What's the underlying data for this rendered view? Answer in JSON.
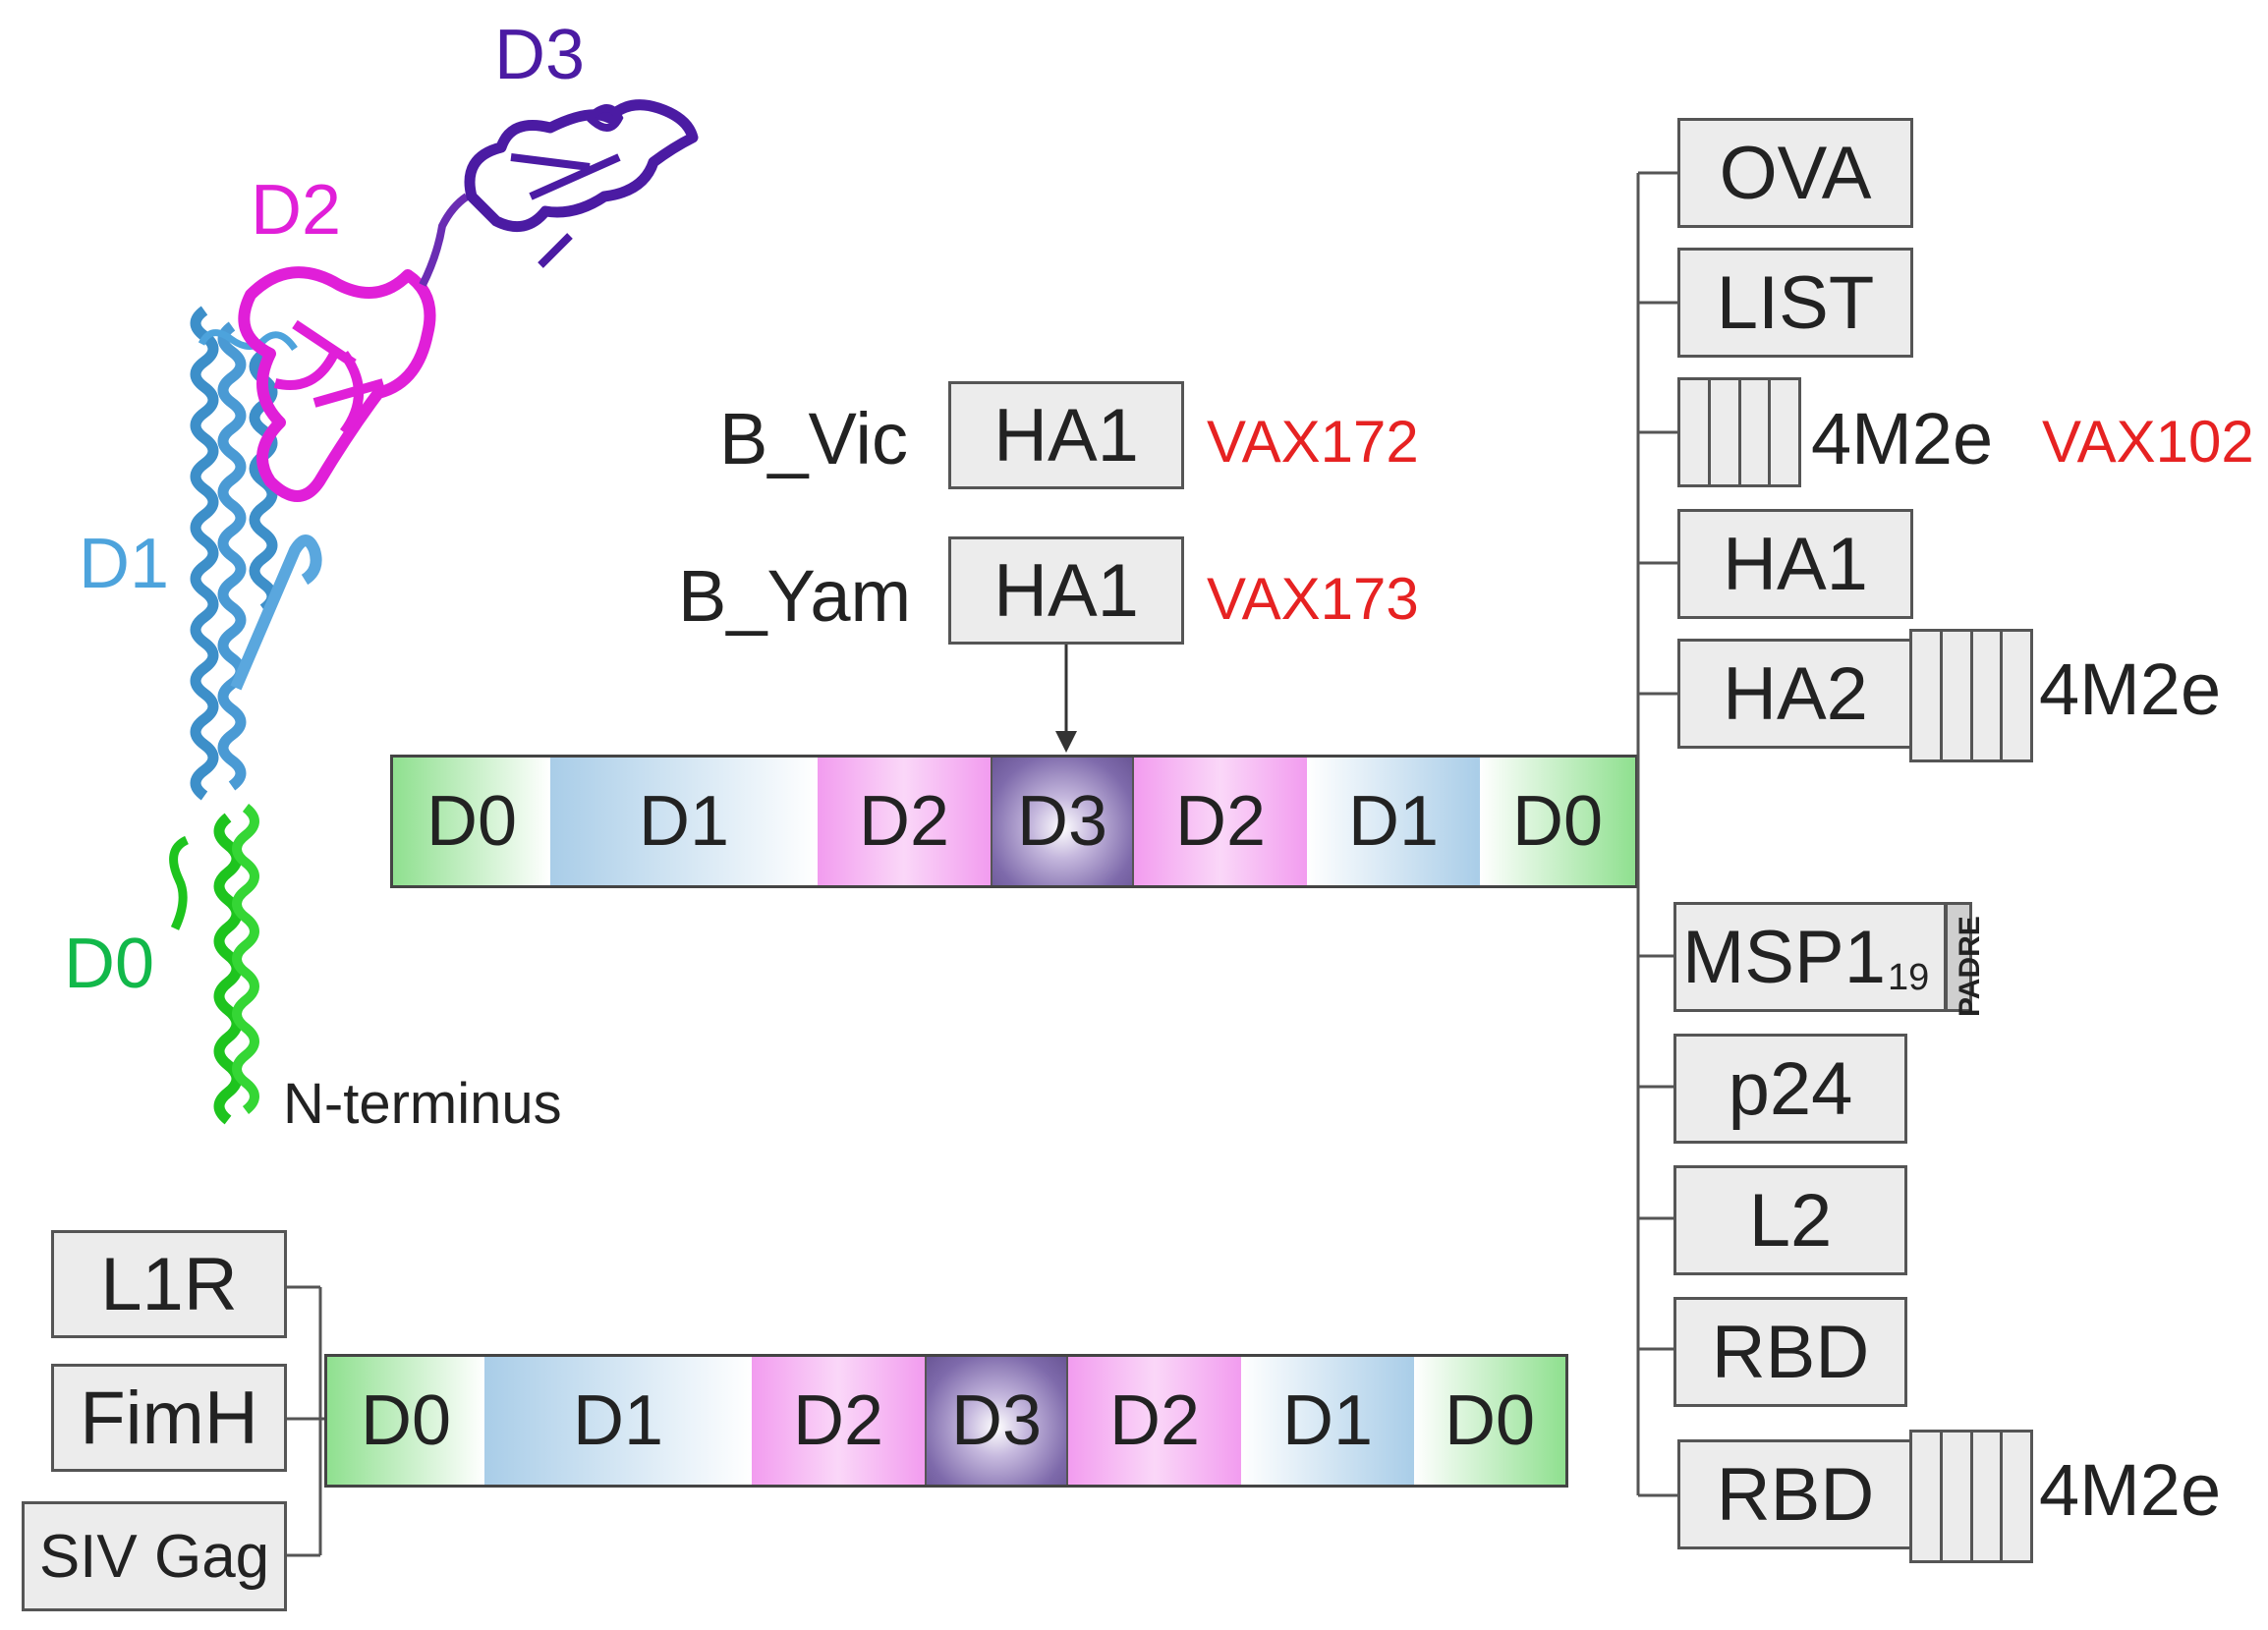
{
  "structure": {
    "labels": {
      "d3": "D3",
      "d2": "D2",
      "d1": "D1",
      "d0": "D0",
      "nterm": "N-terminus"
    },
    "colors": {
      "d3": "#4b1ba3",
      "d2": "#e01fd8",
      "d1": "#4da3dc",
      "d0": "#12b84a"
    }
  },
  "top_construct": {
    "inserts": [
      {
        "name": "B_Vic",
        "box": "HA1",
        "code": "VAX172"
      },
      {
        "name": "B_Yam",
        "box": "HA1",
        "code": "VAX173"
      }
    ],
    "segments": [
      "D0",
      "D1",
      "D2",
      "D3",
      "D2",
      "D1",
      "D0"
    ]
  },
  "right_list": {
    "items": {
      "ova": "OVA",
      "list": "LIST",
      "m2e_label": "4M2e",
      "m2e_code": "VAX102",
      "ha1": "HA1",
      "ha2": "HA2",
      "ha2_suffix": "4M2e",
      "msp1": "MSP1",
      "msp1_sub": "19",
      "padre": "PADRE",
      "p24": "p24",
      "l2": "L2",
      "rbd1": "RBD",
      "rbd2": "RBD",
      "rbd2_suffix": "4M2e"
    }
  },
  "bottom_construct": {
    "inserts": [
      "L1R",
      "FimH",
      "SIV Gag"
    ],
    "segments": [
      "D0",
      "D1",
      "D2",
      "D3",
      "D2",
      "D1",
      "D0"
    ]
  }
}
